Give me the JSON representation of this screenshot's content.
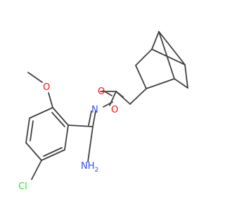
{
  "molecule": {
    "atoms": {
      "methoxy_o": "O",
      "carbonyl_o": "O",
      "ester_o": "O",
      "imine_n": "N",
      "amine": "NH",
      "amine_sub": "2",
      "chlorine": "Cl"
    },
    "colors": {
      "bond": "#404040",
      "oxygen": "#ff0d0d",
      "nitrogen": "#3050f8",
      "chlorine": "#1ff01f"
    }
  }
}
